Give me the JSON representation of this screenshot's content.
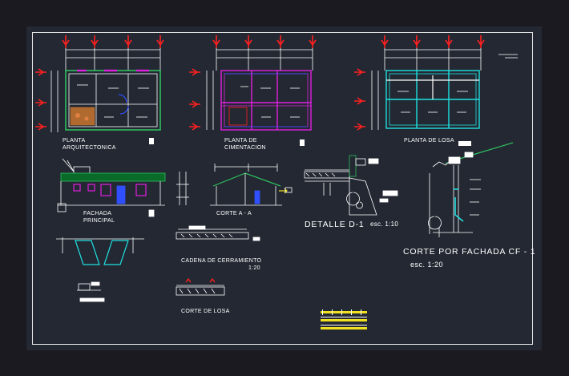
{
  "labels": {
    "planta_arq_1": "PLANTA",
    "planta_arq_2": "ARQUITECTONICA",
    "planta_cim_1": "PLANTA DE",
    "planta_cim_2": "CIMENTACION",
    "planta_losa": "PLANTA DE LOSA",
    "fachada_1": "FACHADA",
    "fachada_2": "PRINCIPAL",
    "corte_aa": "CORTE A - A",
    "detalle_d1": "DETALLE D-1",
    "detalle_scale": "esc. 1:10",
    "corte_fachada": "CORTE POR FACHADA CF - 1",
    "corte_fachada_scale": "esc. 1:20",
    "cadena": "CADENA DE CERRAMIENTO",
    "cadena_scale": "1:20",
    "corte_losa": "CORTE DE LOSA"
  },
  "colors": {
    "background": "#232832",
    "border": "#e6e6e6",
    "line": "#ffffff",
    "wall_green": "#2fbf5f",
    "magenta": "#e020e0",
    "cyan": "#20e0e0",
    "blue": "#3050ff",
    "red_marker": "#ff2020",
    "yellow": "#f0e020",
    "brown": "#b06a30"
  }
}
